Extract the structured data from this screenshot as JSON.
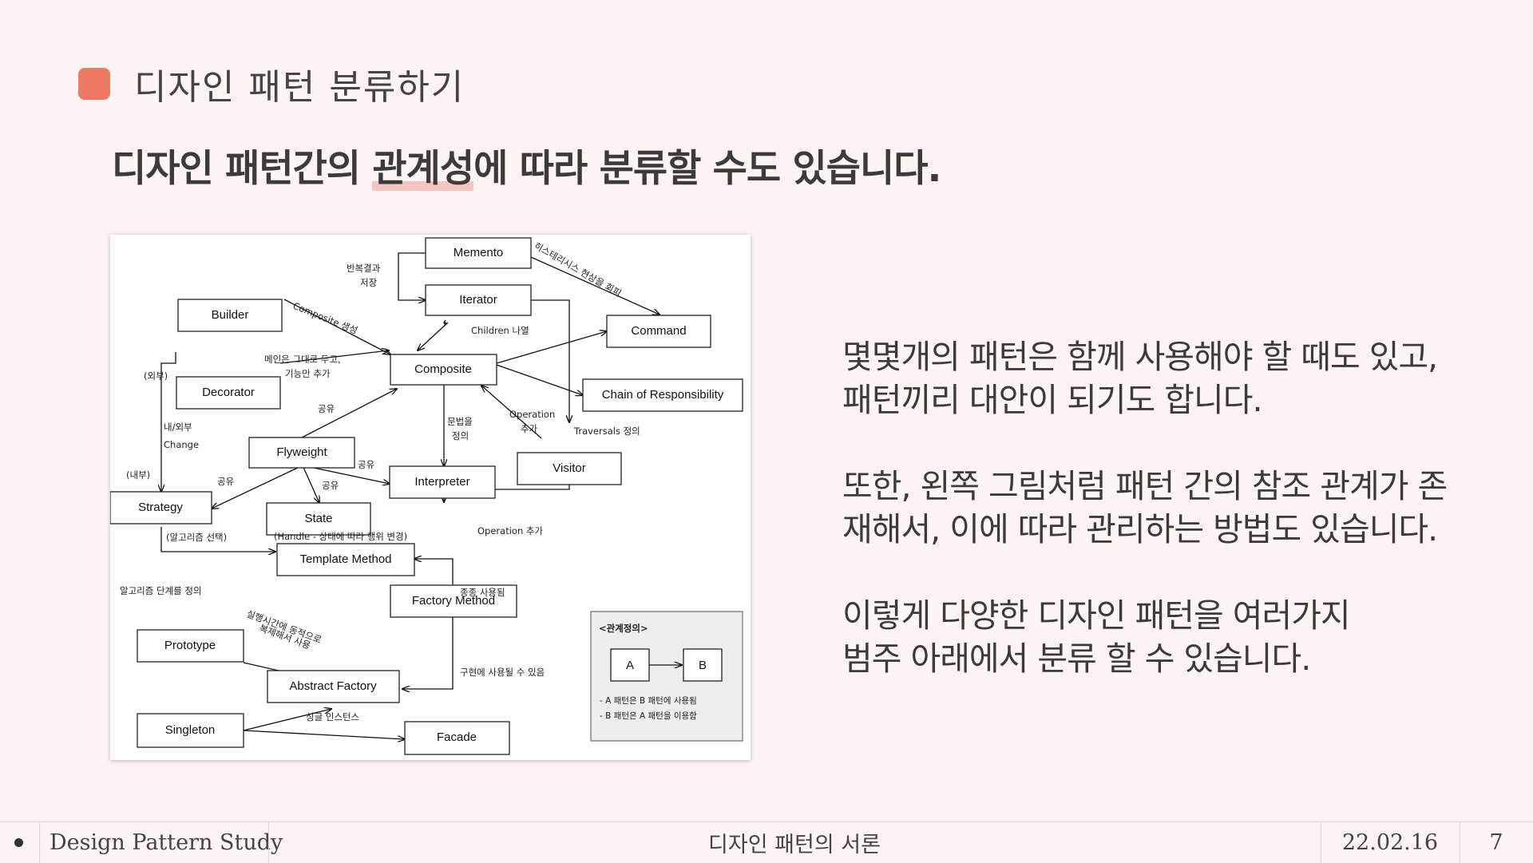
{
  "header": {
    "title": "디자인 패턴 분류하기",
    "accent_color": "#ee7a62"
  },
  "subtitle": {
    "before": "디자인 패턴간의 ",
    "highlight": "관계성",
    "after": "에 따라 분류할 수도 있습니다."
  },
  "diagram": {
    "nodes": {
      "memento": "Memento",
      "iterator": "Iterator",
      "builder": "Builder",
      "command": "Command",
      "composite": "Composite",
      "decorator": "Decorator",
      "chain": "Chain of Responsibility",
      "flyweight": "Flyweight",
      "interpreter": "Interpreter",
      "visitor": "Visitor",
      "strategy": "Strategy",
      "state": "State",
      "template_method": "Template Method",
      "factory_method": "Factory Method",
      "prototype": "Prototype",
      "abstract_factory": "Abstract Factory",
      "singleton": "Singleton",
      "facade": "Facade"
    },
    "annotations": {
      "save_iter_1": "반복결과",
      "save_iter_2": "저장",
      "hysteresis": "히스테리시스 현상을 회피",
      "composite_create": "Composite 생성",
      "children": "Children 나열",
      "interface_keep_1": "메인은 그대로 두고,",
      "interface_keep_2": "기능만 추가",
      "outer": "(외부)",
      "share1": "공유",
      "grammar_1": "문법을",
      "grammar_2": "정의",
      "operation_add_1": "Operation",
      "operation_add_2": "추가",
      "traversals": "Traversals 정의",
      "inner_outer": "내/외부",
      "change": "Change",
      "inner": "(내부)",
      "share2": "공유",
      "share3": "공유",
      "share4": "공유",
      "operation_add_3": "Operation 추가",
      "algorithm_select": "(알고리즘 선택)",
      "handle_state": "(Handle - 상태에 따라 행위 변경)",
      "algorithm_steps": "알고리즘 단계를 정의",
      "often_used": "종종 사용됨",
      "runtime_copy_1": "실행시간에 동적으로",
      "runtime_copy_2": "복제해서 사용",
      "impl_usable": "구현에 사용될 수 있음",
      "single_instance": "싱글 인스턴스"
    },
    "legend": {
      "title": "<관계정의>",
      "a": "A",
      "b": "B",
      "line1": "- A 패턴은 B 패턴에 사용됨",
      "line2": "- B 패턴은 A 패턴을 이용함"
    }
  },
  "body": {
    "p1_line1": "몇몇개의 패턴은 함께 사용해야 할 때도 있고,",
    "p1_line2": "패턴끼리 대안이 되기도 합니다.",
    "p2_line1": "또한, 왼쪽 그림처럼 패턴 간의 참조 관계가 존",
    "p2_line2": "재해서, 이에 따라 관리하는 방법도 있습니다.",
    "p3_line1": "이렇게 다양한 디자인 패턴을 여러가지",
    "p3_line2": "범주 아래에서 분류 할 수 있습니다."
  },
  "footer": {
    "study": "Design Pattern Study",
    "section": "디자인 패턴의 서론",
    "date": "22.02.16",
    "page": "7"
  }
}
